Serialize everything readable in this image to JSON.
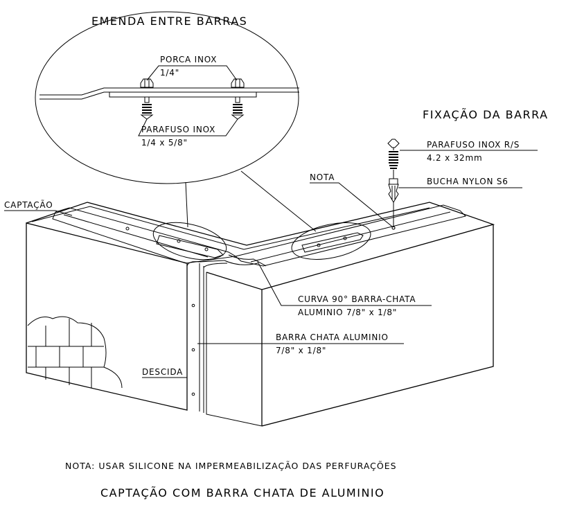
{
  "title_emenda": "EMENDA ENTRE BARRAS",
  "title_fixacao": "FIXAÇÃO DA BARRA",
  "labels": {
    "porca": [
      "PORCA INOX",
      "1/4\""
    ],
    "parafuso_emenda": [
      "PARAFUSO INOX",
      "1/4 x 5/8\""
    ],
    "parafuso_fix": [
      "PARAFUSO INOX R/S",
      "4.2 x 32mm"
    ],
    "bucha": "BUCHA NYLON S6",
    "nota_short": "NOTA",
    "captacao": "CAPTAÇÃO",
    "curva": [
      "CURVA 90° BARRA-CHATA",
      "ALUMINIO 7/8\" x 1/8\""
    ],
    "barra": [
      "BARRA CHATA ALUMINIO",
      "7/8\" x 1/8\""
    ],
    "descida": "DESCIDA"
  },
  "note_text": "NOTA: USAR SILICONE NA IMPERMEABILIZAÇÃO DAS PERFURAÇÕES",
  "main_title": "CAPTAÇÃO COM BARRA CHATA DE ALUMINIO"
}
